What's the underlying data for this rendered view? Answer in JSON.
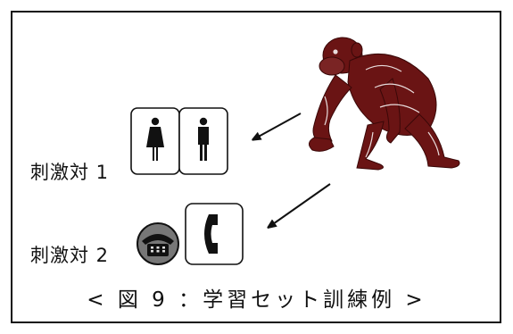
{
  "stimulus_pairs": [
    {
      "label": "刺激対 1",
      "cards": [
        "female-restroom-icon",
        "male-restroom-icon"
      ]
    },
    {
      "label": "刺激対 2",
      "cards": [
        "rotary-telephone-icon",
        "telephone-handset-icon"
      ]
    }
  ],
  "caption": "< 図 9 ：学習セット訓練例 >",
  "colors": {
    "chimpanzee": "#6a1414",
    "line": "#111111",
    "background": "#ffffff"
  }
}
